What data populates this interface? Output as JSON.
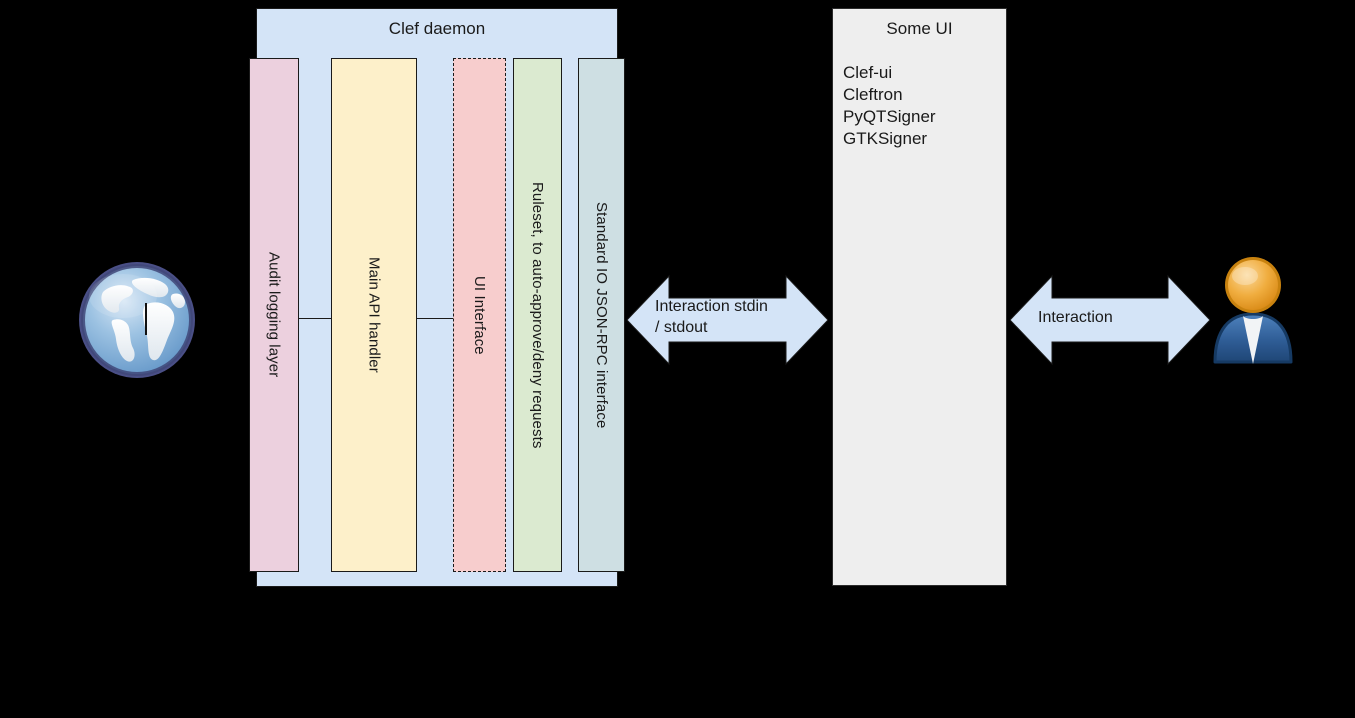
{
  "diagram": {
    "daemon": {
      "title": "Clef daemon",
      "boxes": [
        {
          "key": "audit",
          "label": "Audit logging layer",
          "color": "#ecd0de",
          "border": "solid"
        },
        {
          "key": "api",
          "label": "Main API handler",
          "color": "#fdf0ca",
          "border": "solid"
        },
        {
          "key": "uiint",
          "label": "UI Interface",
          "color": "#f7cdcd",
          "border": "dashed"
        },
        {
          "key": "ruleset",
          "label": "Ruleset, to auto-approve/deny requests",
          "color": "#dbead0",
          "border": "solid"
        },
        {
          "key": "stdio",
          "label": "Standard IO JSON-RPC interface",
          "color": "#cedfe3",
          "border": "solid"
        }
      ],
      "background": "#d4e4f7"
    },
    "someui": {
      "title": "Some UI",
      "items": [
        "Clef-ui",
        "Cleftron",
        "PyQTSigner",
        "GTKSigner"
      ],
      "background": "#eeeeee"
    },
    "arrows": [
      {
        "key": "stdio",
        "label": "Interaction stdin / stdout",
        "line1": "Interaction stdin",
        "line2": "/ stdout",
        "color": "#d4e4f7"
      },
      {
        "key": "interaction",
        "label": "Interaction",
        "line1": "Interaction",
        "line2": "",
        "color": "#d4e4f7"
      }
    ],
    "icons": [
      {
        "key": "globe",
        "name": "globe-icon",
        "description": "Internet / external world"
      },
      {
        "key": "user",
        "name": "user-icon",
        "description": "End user"
      }
    ],
    "colors": {
      "canvas": "#000000",
      "daemon_fill": "#d4e4f7",
      "someui_fill": "#eeeeee",
      "arrow_fill": "#d4e4f7",
      "stroke": "#1a1a1a"
    }
  }
}
